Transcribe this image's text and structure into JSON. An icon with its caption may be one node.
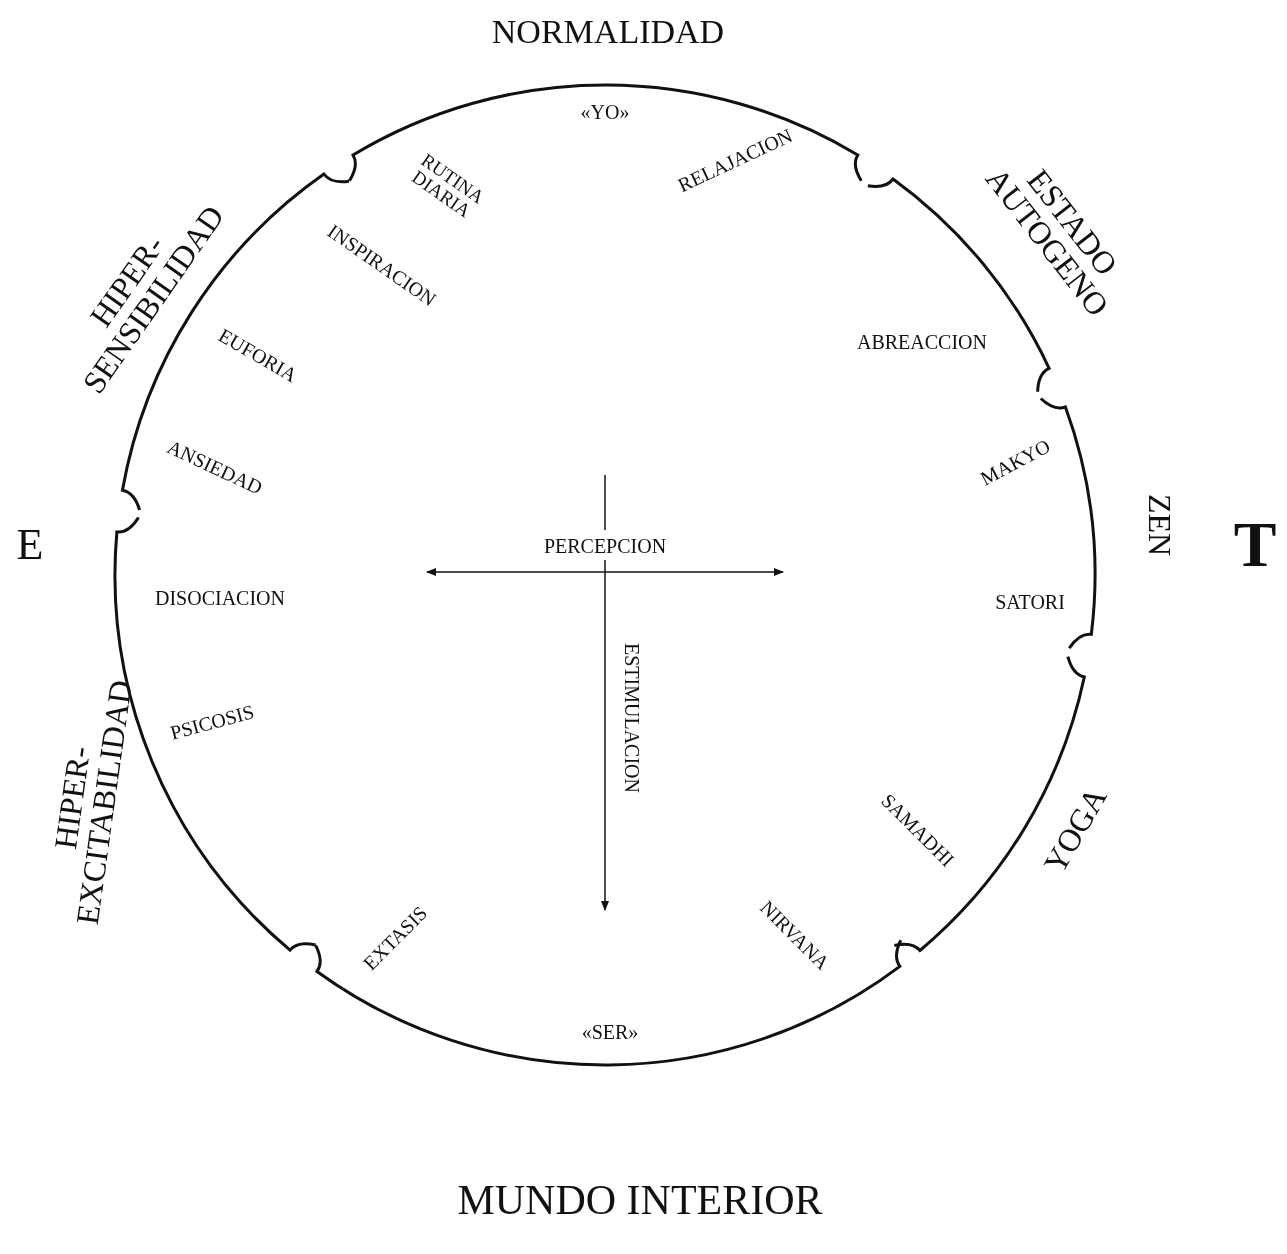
{
  "diagram": {
    "caption": "MUNDO INTERIOR",
    "nodes": [
      {
        "text": [
          "NORMALIDAD",
          "«YO»",
          "RUTINA DIARIA",
          "RELAJACION"
        ]
      },
      {
        "text": [
          "ESTADO AUTOGENO",
          "ABREACCION"
        ]
      },
      {
        "text": [
          "ZEN",
          "MAKYO",
          "SATORI"
        ]
      },
      {
        "text": [
          "YOGA",
          "SAMADHI"
        ]
      },
      {
        "text": [
          "«SER»",
          "EXTASIS",
          "NIRVANA"
        ]
      },
      {
        "text": [
          "HIPER-EXCITABILIDAD",
          "DISOCIACION",
          "PSICOSIS"
        ]
      },
      {
        "text": [
          "HIPER-SENSIBILIDAD",
          "INSPIRACION",
          "EUFORIA",
          "ANSIEDAD"
        ]
      }
    ],
    "edges": [],
    "labels": [
      "E",
      "T",
      "PERCEPCION",
      "ESTIMULACION"
    ]
  }
}
